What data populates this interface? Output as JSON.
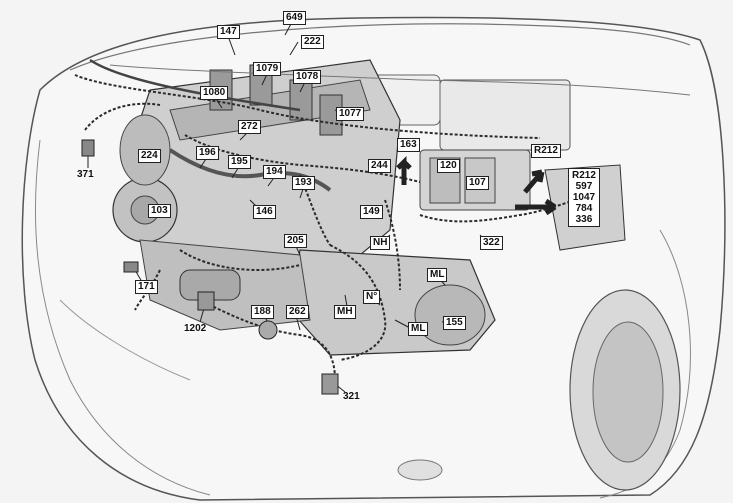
{
  "labels": [
    {
      "id": "l649",
      "text": "649",
      "kind": "boxed"
    },
    {
      "id": "l147",
      "text": "147",
      "kind": "boxed"
    },
    {
      "id": "l222",
      "text": "222",
      "kind": "boxed"
    },
    {
      "id": "l1079",
      "text": "1079",
      "kind": "boxed"
    },
    {
      "id": "l1078",
      "text": "1078",
      "kind": "boxed"
    },
    {
      "id": "l1080",
      "text": "1080",
      "kind": "boxed"
    },
    {
      "id": "l1077",
      "text": "1077",
      "kind": "boxed"
    },
    {
      "id": "l272",
      "text": "272",
      "kind": "boxed"
    },
    {
      "id": "l224",
      "text": "224",
      "kind": "boxed"
    },
    {
      "id": "l196",
      "text": "196",
      "kind": "boxed"
    },
    {
      "id": "l195",
      "text": "195",
      "kind": "boxed"
    },
    {
      "id": "l194",
      "text": "194",
      "kind": "boxed"
    },
    {
      "id": "l193",
      "text": "193",
      "kind": "boxed"
    },
    {
      "id": "l244",
      "text": "244",
      "kind": "boxed"
    },
    {
      "id": "l163",
      "text": "163",
      "kind": "boxed"
    },
    {
      "id": "l120",
      "text": "120",
      "kind": "boxed"
    },
    {
      "id": "l107",
      "text": "107",
      "kind": "boxed"
    },
    {
      "id": "lR212top",
      "text": "R212",
      "kind": "boxed"
    },
    {
      "id": "l371",
      "text": "371",
      "kind": "plain"
    },
    {
      "id": "l103",
      "text": "103",
      "kind": "boxed"
    },
    {
      "id": "l146",
      "text": "146",
      "kind": "boxed"
    },
    {
      "id": "l149",
      "text": "149",
      "kind": "boxed"
    },
    {
      "id": "l205",
      "text": "205",
      "kind": "boxed"
    },
    {
      "id": "lNH",
      "text": "NH",
      "kind": "boxed"
    },
    {
      "id": "l322",
      "text": "322",
      "kind": "boxed"
    },
    {
      "id": "lML1",
      "text": "ML",
      "kind": "boxed"
    },
    {
      "id": "l171",
      "text": "171",
      "kind": "boxed"
    },
    {
      "id": "lNo",
      "text": "N°",
      "kind": "boxed"
    },
    {
      "id": "l188",
      "text": "188",
      "kind": "boxed"
    },
    {
      "id": "l262",
      "text": "262",
      "kind": "boxed"
    },
    {
      "id": "lMH",
      "text": "MH",
      "kind": "boxed"
    },
    {
      "id": "l155",
      "text": "155",
      "kind": "boxed"
    },
    {
      "id": "lML2",
      "text": "ML",
      "kind": "boxed"
    },
    {
      "id": "l1202",
      "text": "1202",
      "kind": "plain"
    },
    {
      "id": "l321",
      "text": "321",
      "kind": "plain"
    }
  ],
  "relay_stack": [
    "R212",
    "597",
    "1047",
    "784",
    "336"
  ],
  "colors": {
    "ink": "#333333",
    "shade": "#bdbdbd",
    "light": "#e6e6e6",
    "label_bg": "#ffffff"
  }
}
